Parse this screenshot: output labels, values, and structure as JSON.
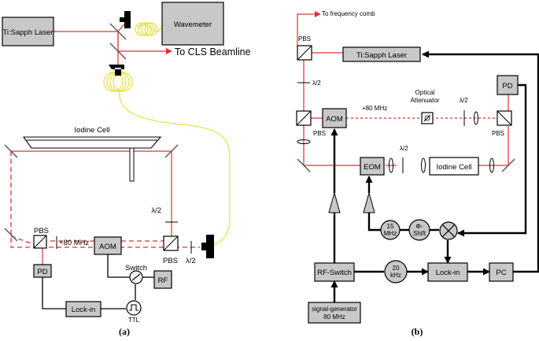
{
  "panel_a": {
    "caption": "(a)",
    "laser": "Ti:Sapph Laser",
    "wavemeter": "Wavemeter",
    "cls": "To CLS Beamline",
    "iodine": "Iodine Cell",
    "lambda_top": "λ/2",
    "lambda_right": "λ/2",
    "pbs_left": "PBS",
    "pbs_right": "PBS",
    "freq": "+80 MHz",
    "aom": "AOM",
    "pd": "PD",
    "switch": "Switch",
    "rf": "RF",
    "lockin": "Lock-in",
    "ttl": "TTL"
  },
  "panel_b": {
    "caption": "(b)",
    "comb": "To frequency comb",
    "laser": "Ti:Sapph Laser",
    "pbs_top": "PBS",
    "lambda_1": "λ/2",
    "pd": "PD",
    "pbs_mid_left": "PBS",
    "aom": "AOM",
    "freq": "+80 MHz",
    "attenuator_1": "Optical",
    "attenuator_2": "Attenuator",
    "lambda_2": "λ/2",
    "pbs_mid_right": "PBS",
    "lambda_3": "λ/2",
    "eom": "EOM",
    "iodine": "Iodine Cell",
    "mhz_1": "15",
    "mhz_2": "MHz",
    "phase_1": "Φ-",
    "phase_2": "Shift",
    "rfswitch": "RF-Switch",
    "khz_1": "20",
    "khz_2": "kHz",
    "lockin": "Lock-in",
    "pc": "PC",
    "siggen_1": "signal-generator",
    "siggen_2": "80 MHz"
  }
}
